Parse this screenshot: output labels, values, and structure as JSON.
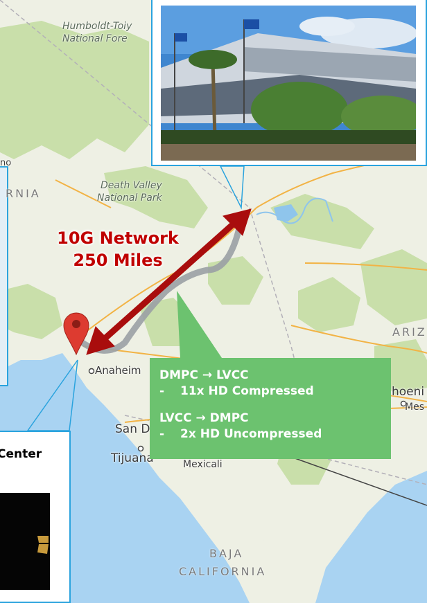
{
  "labels": {
    "humboldt": "Humboldt-Toiy",
    "national_forest": "National Fore",
    "death_valley": "Death Valley",
    "national_park": "National Park",
    "california_cut": "RNIA",
    "no_cut": "no",
    "anaheim": "Anaheim",
    "san_diego": "San Di",
    "tijuana": "Tijuana",
    "mexicali": "Mexicali",
    "phoenix": "hoeni",
    "mesa": "Mes",
    "arizona": "ARIZ",
    "baja": "BAJA",
    "california": "CALIFORNIA"
  },
  "network": {
    "line1": "10G Network",
    "line2": "250 Miles"
  },
  "callout": {
    "heading1": "DMPC → LVCC",
    "bullet1": "-",
    "item1": "11x HD Compressed",
    "heading2": "LVCC → DMPC",
    "bullet2": "-",
    "item2": "2x HD Uncompressed"
  },
  "left_box": {
    "label": "Center"
  },
  "colors": {
    "water": "#a9d3f2",
    "land": "#eef0e4",
    "park": "#c9dfaa",
    "arrow": "#a90d0d",
    "route": "#9aa0a4",
    "callout": "#6cc26f",
    "border": "#2aa3de",
    "pin": "#dd3b30"
  }
}
